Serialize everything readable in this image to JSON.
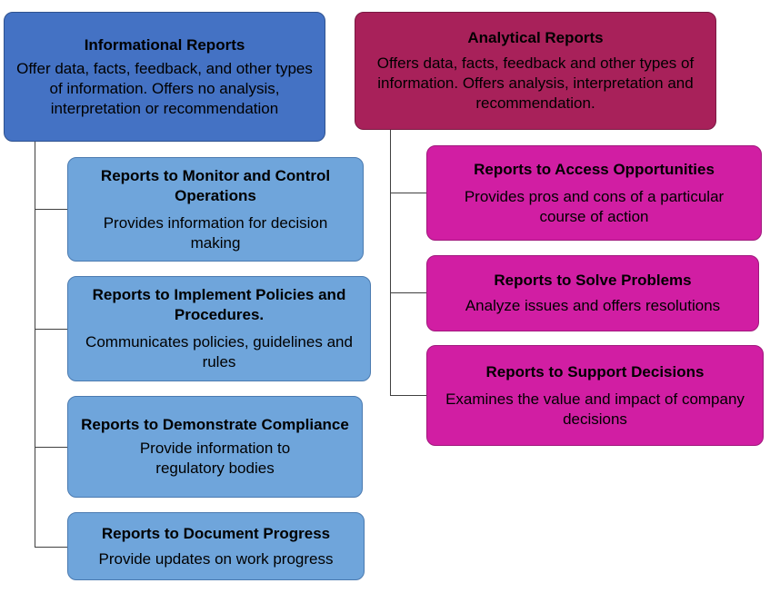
{
  "informational": {
    "title": "Informational  Reports",
    "desc": "Offer data, facts, feedback, and other types of information.  Offers no analysis, interpretation or recommendation",
    "children": [
      {
        "title": "Reports to Monitor and Control Operations",
        "desc": "Provides information for decision making"
      },
      {
        "title": "Reports to Implement Policies and Procedures.",
        "desc": "Communicates policies, guidelines and rules"
      },
      {
        "title": "Reports to Demonstrate Compliance",
        "desc": "Provide information to regulatory bodies"
      },
      {
        "title": "Reports to Document Progress",
        "desc": "Provide updates on work progress"
      }
    ]
  },
  "analytical": {
    "title": "Analytical  Reports",
    "desc": "Offers data, facts, feedback and other types of information.  Offers analysis, interpretation and recommendation.",
    "children": [
      {
        "title": "Reports to Access Opportunities",
        "desc": "Provides pros and cons of a particular course of action"
      },
      {
        "title": "Reports to Solve Problems",
        "desc": "Analyze issues and offers resolutions"
      },
      {
        "title": "Reports to Support Decisions",
        "desc": "Examines the value and impact of company decisions"
      }
    ]
  },
  "colors": {
    "informational_main": "#4472c4",
    "informational_child": "#6fa5db",
    "analytical_main": "#a8215a",
    "analytical_child": "#d11ea3"
  }
}
